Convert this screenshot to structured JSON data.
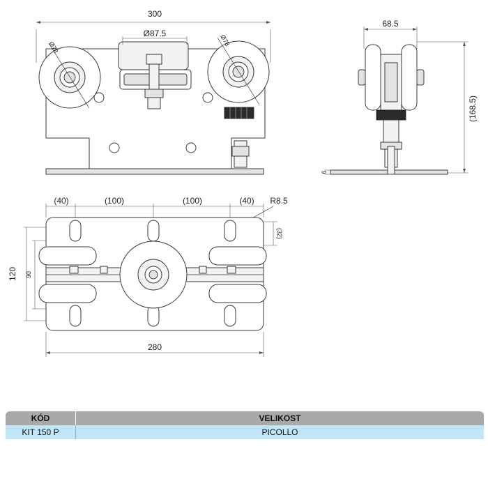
{
  "drawing": {
    "front_view": {
      "overall_width": "300",
      "center_diameter": "Ø87.5",
      "left_wheel_diameter": "Ø78",
      "right_wheel_diameter": "Ø78"
    },
    "side_view": {
      "width": "68.5",
      "height": "(168.5)",
      "base_thickness": "6"
    },
    "top_view": {
      "spacing_left": "(40)",
      "spacing_mid_left": "(100)",
      "spacing_mid_right": "(100)",
      "spacing_right": "(40)",
      "slot_radius": "R8.5",
      "slot_length": "(32)",
      "outer_height": "120",
      "inner_height": "90",
      "base_width": "280"
    }
  },
  "table": {
    "headers": [
      "KÓD",
      "VELIKOST"
    ],
    "rows": [
      [
        "KIT 150 P",
        "PICOLLO"
      ]
    ]
  }
}
